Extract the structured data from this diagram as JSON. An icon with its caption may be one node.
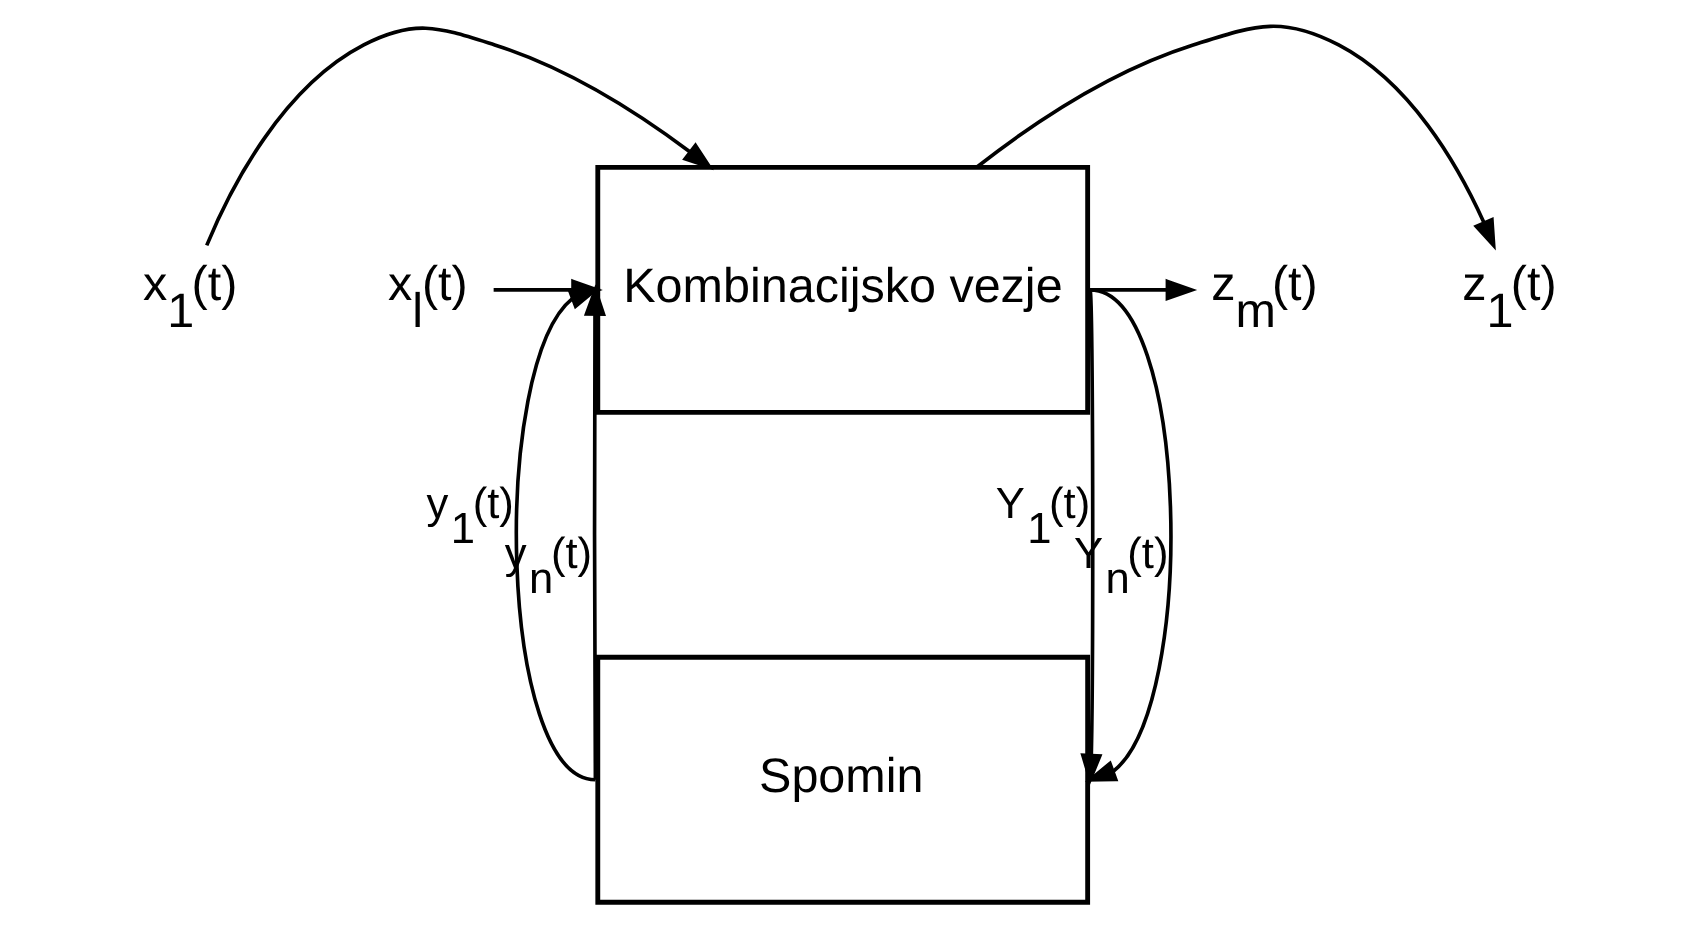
{
  "diagram": {
    "nodes": [
      {
        "text": [
          "x$_{1}$(t)"
        ]
      },
      {
        "text": [
          "x$_{l}$(t)"
        ]
      },
      {
        "text": [
          "Kombinacijsko vezje"
        ]
      },
      {
        "text": [
          "z$_{1}$(t)"
        ]
      },
      {
        "text": [
          "z$_{m}$(t)"
        ]
      },
      {
        "text": [
          "Spomin"
        ]
      }
    ],
    "edges": [
      {
        "from": 0,
        "to": 2,
        "arrow": "to"
      },
      {
        "from": 1,
        "to": 2,
        "arrow": "to"
      },
      {
        "from": 2,
        "to": 3,
        "arrow": "to"
      },
      {
        "from": 2,
        "to": 4,
        "arrow": "to"
      },
      {
        "from": 5,
        "to": 2,
        "arrow": "to",
        "label": "y$_{1}$(t)"
      },
      {
        "from": 5,
        "to": 2,
        "arrow": "to",
        "label": "y$_{n}$(t)"
      },
      {
        "from": 2,
        "to": 5,
        "arrow": "to",
        "label": "Y$_{1}$(t)"
      },
      {
        "from": 2,
        "to": 5,
        "arrow": "to",
        "label": "Y$_{n}$(t)"
      }
    ]
  }
}
